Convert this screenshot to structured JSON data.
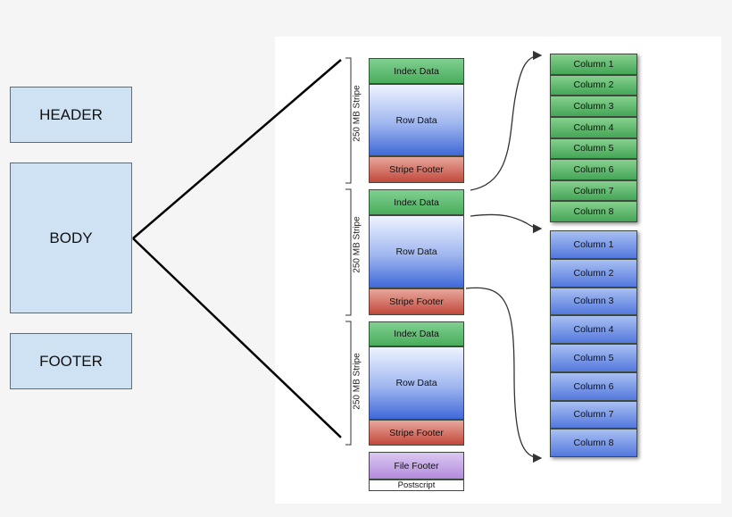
{
  "file_parts": {
    "header": "HEADER",
    "body": "BODY",
    "footer": "FOOTER"
  },
  "stripe_label": "250 MB Stripe",
  "stripes": [
    {
      "index": "Index Data",
      "rows": "Row Data",
      "footer": "Stripe Footer"
    },
    {
      "index": "Index Data",
      "rows": "Row Data",
      "footer": "Stripe Footer"
    },
    {
      "index": "Index Data",
      "rows": "Row Data",
      "footer": "Stripe Footer"
    }
  ],
  "file_footer": "File Footer",
  "postscript": "Postscript",
  "index_columns": [
    "Column 1",
    "Column 2",
    "Column 3",
    "Column 4",
    "Column 5",
    "Column 6",
    "Column 7",
    "Column 8"
  ],
  "row_columns": [
    "Column 1",
    "Column 2",
    "Column 3",
    "Column 4",
    "Column 5",
    "Column 6",
    "Column 7",
    "Column 8"
  ],
  "colors": {
    "index": "#4caf60",
    "rows": "#4a73dc",
    "stripe_footer": "#c44a3e",
    "file_footer": "#b890e0",
    "left_boxes": "#cfe2f3"
  }
}
